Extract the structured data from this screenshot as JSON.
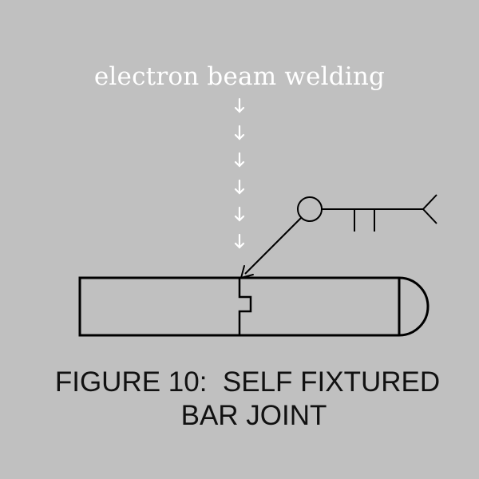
{
  "beam_label": "electron beam welding",
  "caption": {
    "line1": "FIGURE 10:  SELF FIXTURED",
    "line2": "BAR JOINT"
  },
  "colors": {
    "background": "#c0c0c0",
    "beam": "#ffffff",
    "lines": "#000000",
    "caption_text": "#111111"
  },
  "beam_arrow_count": 6,
  "weld_symbol": {
    "all_around_circle": true,
    "arrow_side_mark": "square-groove",
    "tail": true
  }
}
